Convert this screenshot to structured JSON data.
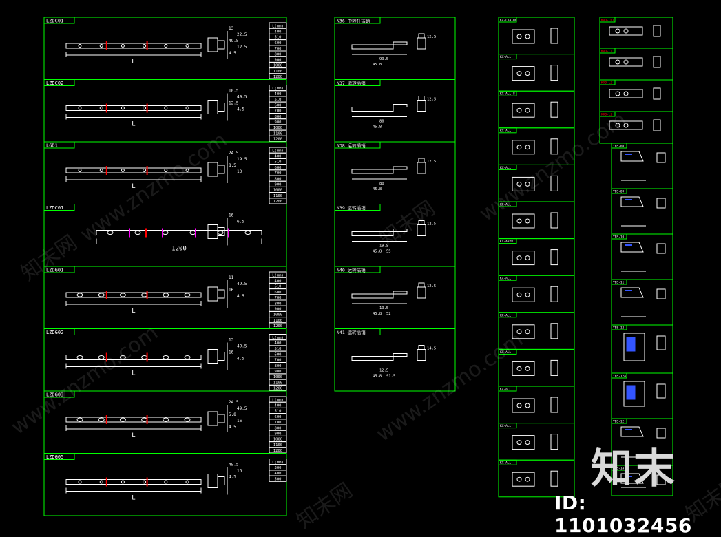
{
  "left_panels": [
    {
      "id": "LZDC01",
      "lengths": [
        "L(mm)",
        "400",
        "510",
        "600",
        "700",
        "800",
        "900",
        "1000",
        "1100",
        "1200"
      ],
      "dims": [
        "13",
        "22.5",
        "49.5",
        "12.5",
        "4.5"
      ],
      "len_label": "L"
    },
    {
      "id": "LZDC02",
      "lengths": [
        "L(mm)",
        "400",
        "510",
        "600",
        "700",
        "800",
        "900",
        "1000",
        "1100",
        "1200"
      ],
      "dims": [
        "10.5",
        "49.5",
        "12.5",
        "4.5"
      ],
      "len_label": "L"
    },
    {
      "id": "LGD1",
      "lengths": [
        "L(mm)",
        "400",
        "510",
        "600",
        "700",
        "800",
        "900",
        "1000",
        "1100",
        "1200"
      ],
      "dims": [
        "24.5",
        "19.5",
        "8.5",
        "13"
      ],
      "len_label": "L"
    },
    {
      "id": "LZDC01",
      "lengths": [],
      "dims": [
        "16",
        "6.5"
      ],
      "len_label": "1200"
    },
    {
      "id": "LZDG01",
      "lengths": [
        "L(mm)",
        "400",
        "510",
        "600",
        "700",
        "800",
        "900",
        "1000",
        "1100",
        "1200"
      ],
      "dims": [
        "11",
        "49.5",
        "16",
        "4.5"
      ],
      "len_label": "L"
    },
    {
      "id": "LZDG02",
      "lengths": [
        "L(mm)",
        "400",
        "510",
        "600",
        "700",
        "800",
        "900",
        "1000",
        "1100",
        "1200"
      ],
      "dims": [
        "13",
        "49.5",
        "16",
        "4.5"
      ],
      "len_label": "L"
    },
    {
      "id": "LZDG03",
      "lengths": [
        "L(mm)",
        "400",
        "510",
        "600",
        "700",
        "800",
        "900",
        "1000",
        "1100",
        "1200"
      ],
      "dims": [
        "24.5",
        "49.5",
        "5.8",
        "16",
        "4.5"
      ],
      "len_label": "L"
    },
    {
      "id": "LZDG05",
      "lengths": [
        "L(mm)",
        "300",
        "400",
        "500"
      ],
      "dims": [
        "49.5",
        "16",
        "4.5"
      ],
      "len_label": "L"
    }
  ],
  "middle_panels": [
    {
      "id": "N36",
      "title": "中转杆插销",
      "dims": [
        "12.5",
        "45.8",
        "99.5"
      ]
    },
    {
      "id": "N37",
      "title": "运转插销",
      "dims": [
        "12.5",
        "45.8",
        "80"
      ]
    },
    {
      "id": "N38",
      "title": "运转插销",
      "dims": [
        "12.5",
        "45.8",
        "80"
      ]
    },
    {
      "id": "N39",
      "title": "运转插销",
      "dims": [
        "12.5",
        "45.8",
        "19.5",
        "55"
      ]
    },
    {
      "id": "N40",
      "title": "运转插销",
      "dims": [
        "12.5",
        "45.8",
        "19.5",
        "52"
      ]
    },
    {
      "id": "N41",
      "title": "运转插销",
      "dims": [
        "14.5",
        "45.8",
        "12.5",
        "91.5"
      ]
    }
  ],
  "column3_labels": [
    "KX-LT4-08",
    "KX-ALL",
    "KX-ALL+8",
    "KX-ALL",
    "KX-ALL",
    "KX-ALL",
    "KX-A328",
    "KX-ALL",
    "KX-ALL",
    "KX-ALL",
    "KX-ALL",
    "KX-ALL",
    "KX-ALL"
  ],
  "column4_labels": [
    "KXD-L01",
    "KXD-LT",
    "KXD-L3",
    "KXD-L2",
    "YBS-08",
    "YBS-09",
    "YBS-10",
    "YBS-11",
    "YBS-12",
    "YBS-12A",
    "YBS-12",
    "YBS-14"
  ],
  "watermark_text": "www.znzmo.com",
  "watermark_text2": "知末网",
  "logo_text": "知末",
  "id_text": "ID: 1101032456",
  "colors": {
    "frame": "#00ff00",
    "line": "#ffffff",
    "accent": "#ff0000",
    "magenta": "#ff00ff",
    "blue": "#3355ff",
    "dim": "#00ff00"
  }
}
